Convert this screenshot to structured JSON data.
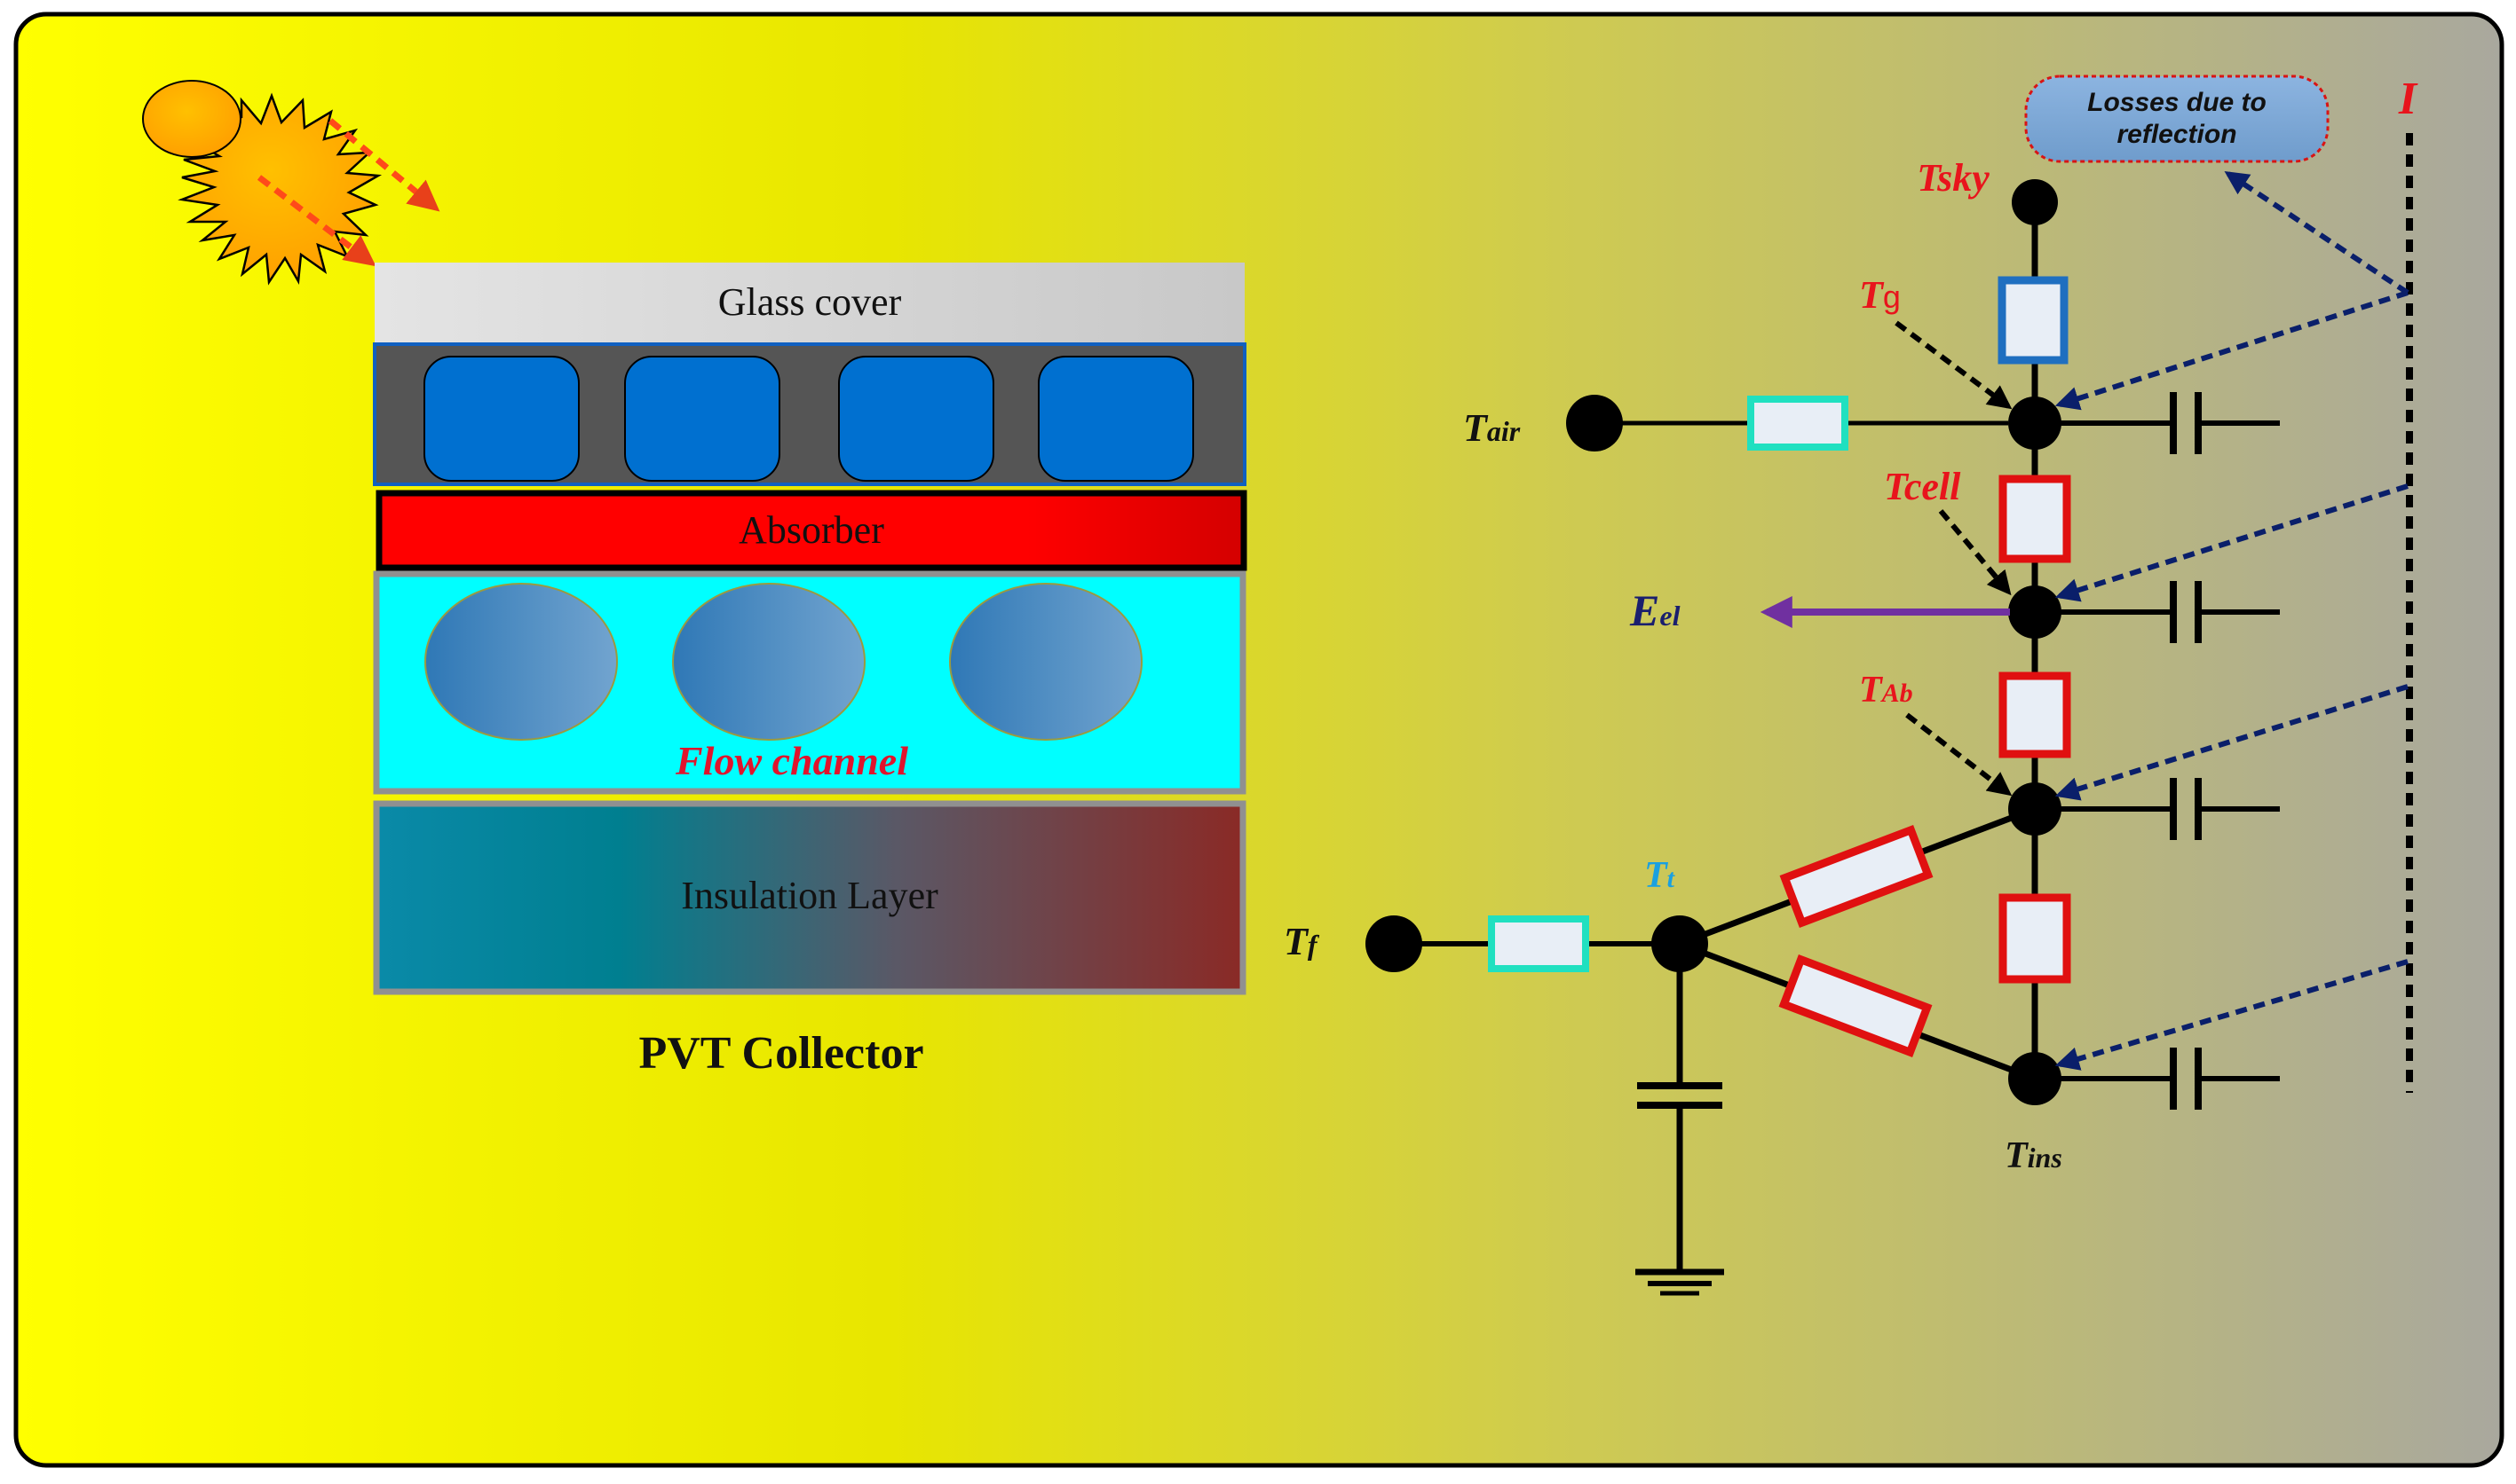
{
  "collector": {
    "caption": "PVT Collector",
    "layers": {
      "glass": "Glass cover",
      "absorber": "Absorber",
      "flow": "Flow channel",
      "insulation": "Insulation Layer"
    }
  },
  "circuit": {
    "reflection_note": {
      "line1": "Losses due to",
      "line2": "reflection"
    },
    "irradiance_label": "I",
    "nodes": {
      "tsky": "Tsky",
      "tg_main": "T",
      "tg_sub": "g",
      "tair_main": "T",
      "tair_sub": "air",
      "tcell": "Tcell",
      "eel_main": "E",
      "eel_sub": "el",
      "tab_main": "T",
      "tab_sub": "Ab",
      "tt_main": "T",
      "tt_sub": "t",
      "tf_main": "T",
      "tf_sub": "f",
      "tins_main": "T",
      "tins_sub": "ins"
    }
  },
  "colors": {
    "background_start": "#ffff00",
    "background_mid": "#e6e600",
    "background_end": "#a8a8a0",
    "glass": "#d6d6d6",
    "pv_cell": "#0070d0",
    "absorber": "#ff0000",
    "flow_channel": "#00ffff",
    "label_red": "#e8141c",
    "label_navy": "#1a1f6e",
    "label_cyan": "#1aa0e0",
    "resistor_blue": "#1f6fc0",
    "resistor_cyan": "#20e0c0",
    "resistor_red": "#e01010",
    "electric_arrow": "#7030a0",
    "reflection_arrow": "#0a1f6a"
  }
}
